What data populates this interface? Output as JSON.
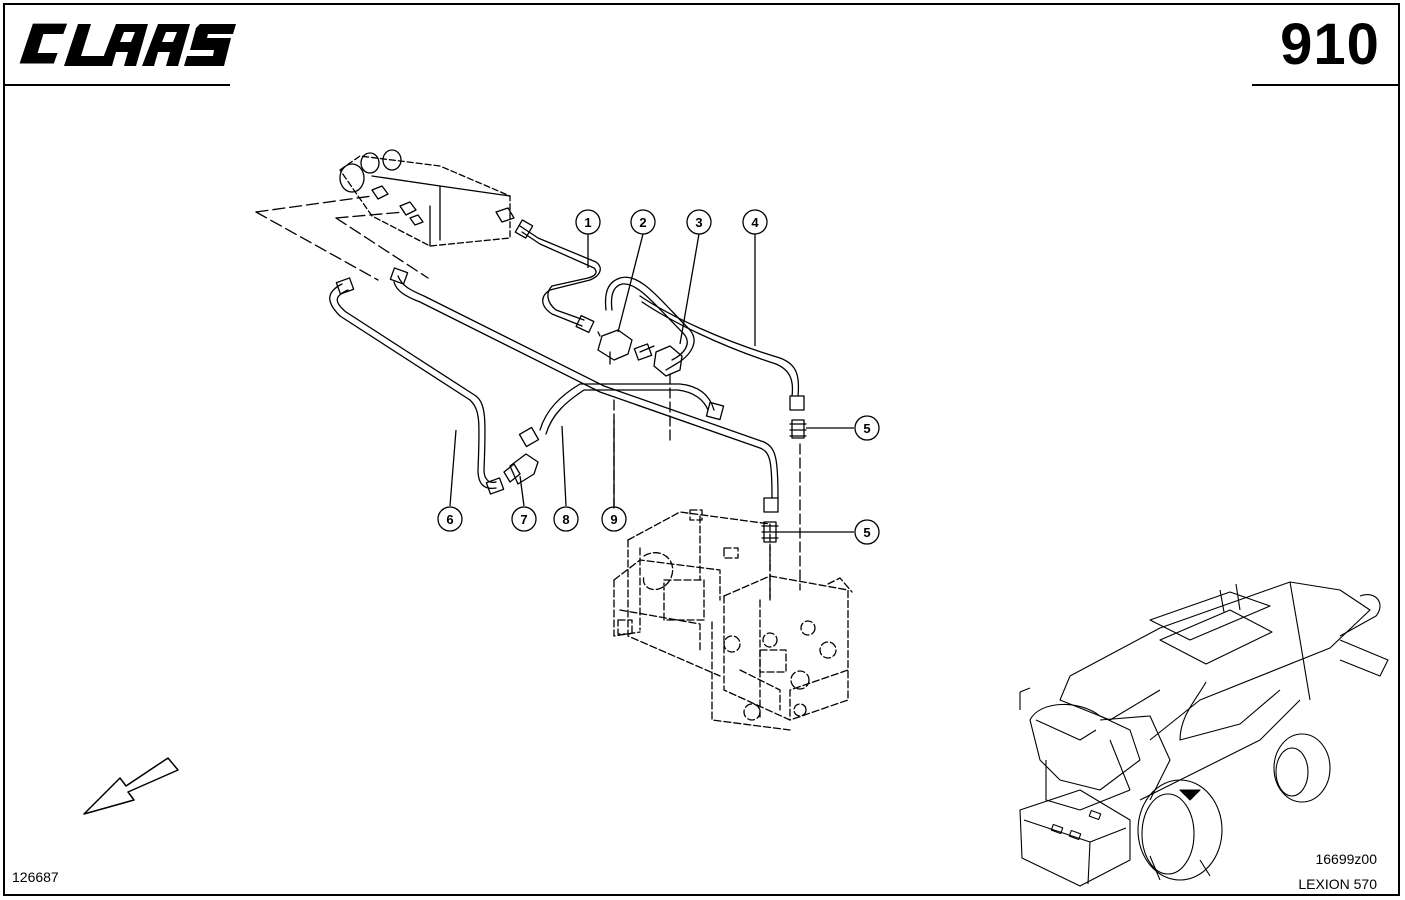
{
  "header": {
    "brand": "CLAAS",
    "page_number": "910"
  },
  "footer": {
    "document_number": "126687",
    "image_code": "16699z00",
    "model": "LEXION 570"
  },
  "callouts": [
    "1",
    "2",
    "3",
    "4",
    "5",
    "5",
    "6",
    "7",
    "8",
    "9"
  ],
  "icons": {
    "brand_logo": "claas-logo",
    "direction_arrow": "arrow-down-left-icon",
    "overview": "combine-harvester-overview"
  }
}
